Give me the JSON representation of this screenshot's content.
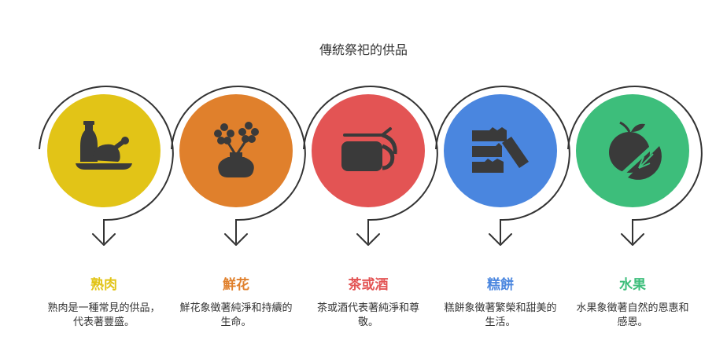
{
  "title": "傳統祭祀的供品",
  "items": [
    {
      "label": "熟肉",
      "description": "熟肉是一種常見的供品，代表著豐盛。",
      "color": "#E2C417",
      "icon": "roast-chicken-icon"
    },
    {
      "label": "鮮花",
      "description": "鮮花象徵著純淨和持續的生命。",
      "color": "#E0802C",
      "icon": "flower-vase-icon"
    },
    {
      "label": "茶或酒",
      "description": "茶或酒代表著純淨和尊敬。",
      "color": "#E35454",
      "icon": "teapot-icon"
    },
    {
      "label": "糕餅",
      "description": "糕餅象徵著繁榮和甜美的生活。",
      "color": "#4A86DF",
      "icon": "cakes-icon"
    },
    {
      "label": "水果",
      "description": "水果象徵著自然的恩惠和感恩。",
      "color": "#3DBE7B",
      "icon": "fruit-icon"
    }
  ]
}
